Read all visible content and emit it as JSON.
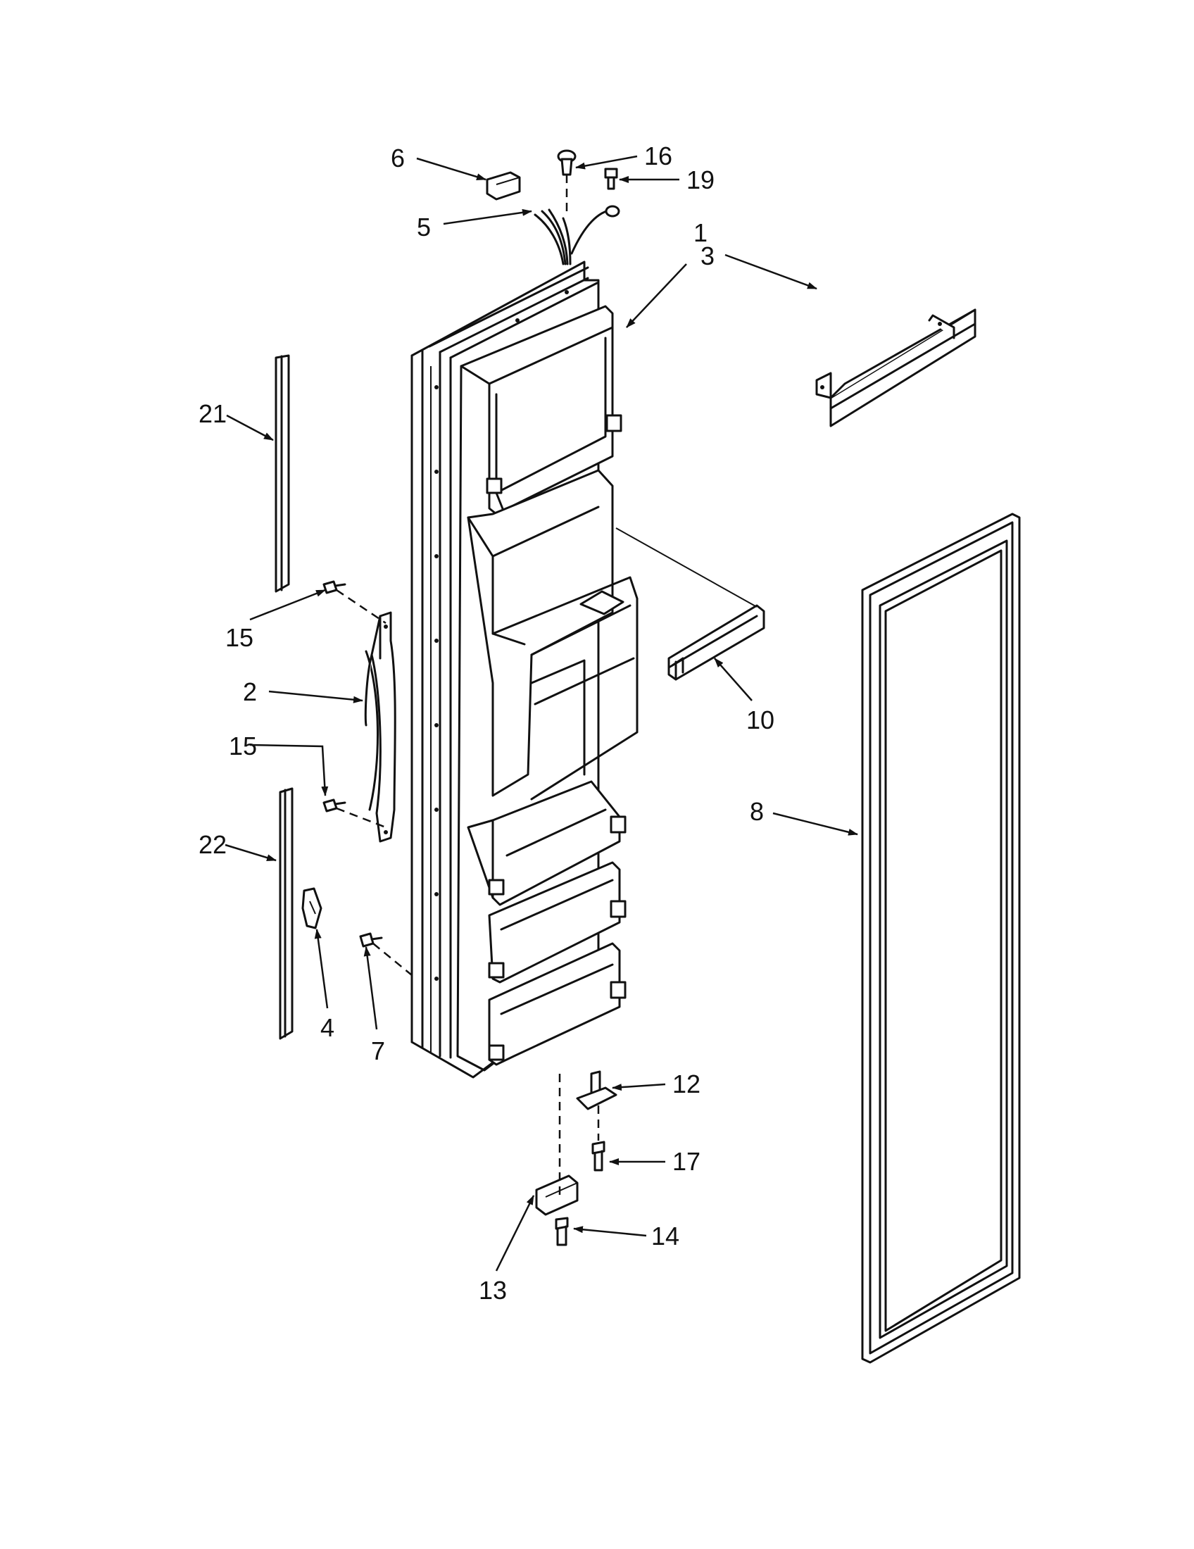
{
  "callouts": [
    {
      "id": "1",
      "text": "1"
    },
    {
      "id": "2",
      "text": "2"
    },
    {
      "id": "3",
      "text": "3"
    },
    {
      "id": "4",
      "text": "4"
    },
    {
      "id": "5",
      "text": "5"
    },
    {
      "id": "6",
      "text": "6"
    },
    {
      "id": "7",
      "text": "7"
    },
    {
      "id": "8",
      "text": "8"
    },
    {
      "id": "10",
      "text": "10"
    },
    {
      "id": "12",
      "text": "12"
    },
    {
      "id": "13",
      "text": "13"
    },
    {
      "id": "14",
      "text": "14"
    },
    {
      "id": "15a",
      "text": "15"
    },
    {
      "id": "15b",
      "text": "15"
    },
    {
      "id": "16",
      "text": "16"
    },
    {
      "id": "17",
      "text": "17"
    },
    {
      "id": "19",
      "text": "19"
    },
    {
      "id": "21",
      "text": "21"
    },
    {
      "id": "22",
      "text": "22"
    }
  ],
  "colors": {
    "ink": "#111111",
    "paper": "#ffffff"
  }
}
